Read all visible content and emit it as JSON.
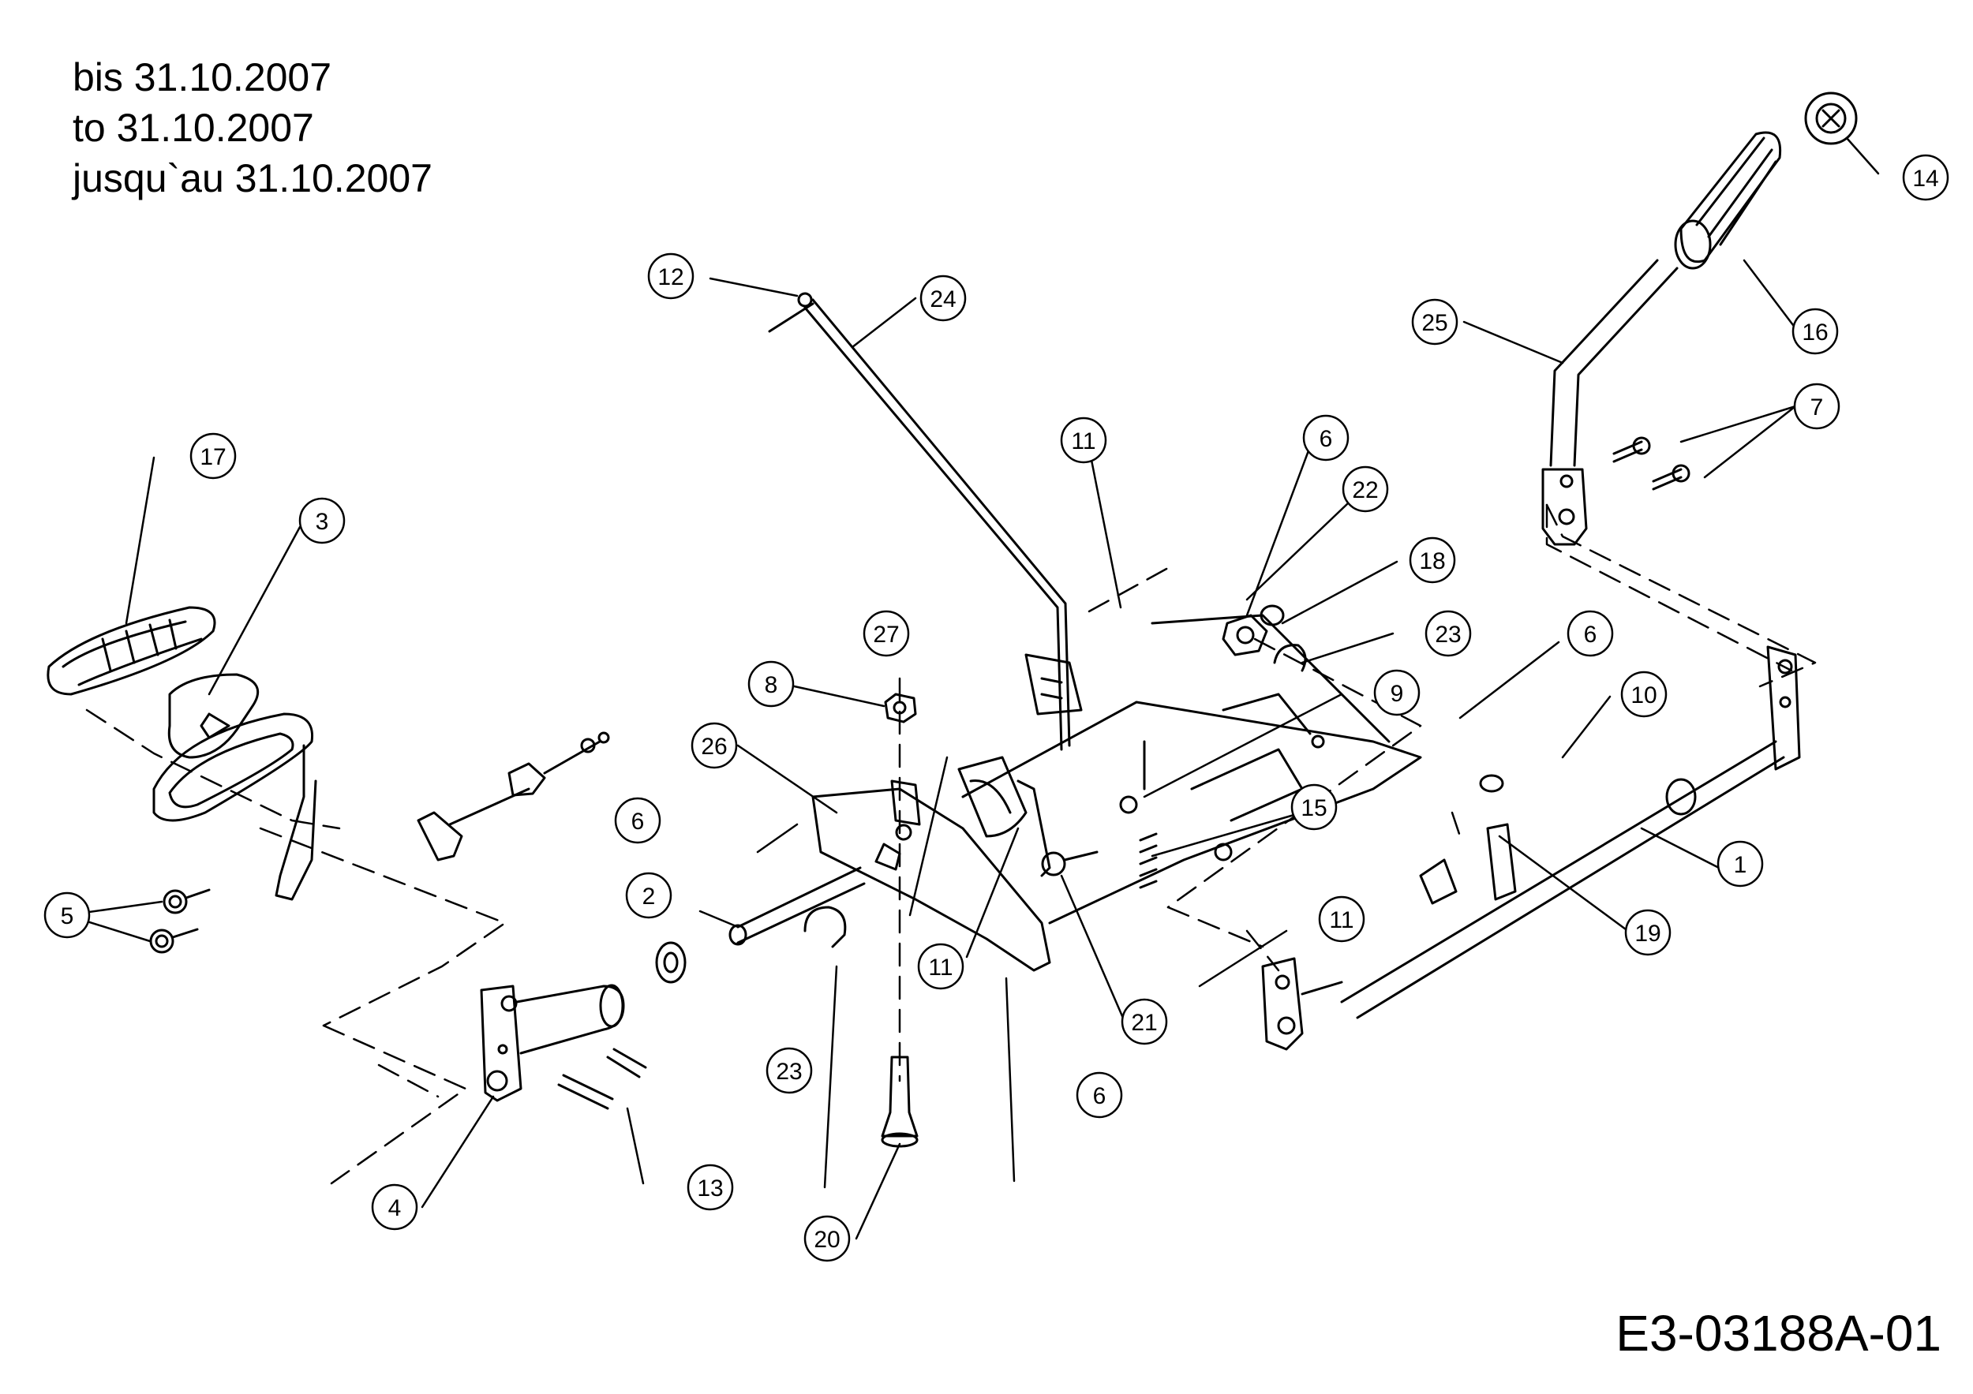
{
  "header": {
    "line_de": "bis 31.10.2007",
    "line_en": "to 31.10.2007",
    "line_fr": "jusqu`au 31.10.2007"
  },
  "drawing_id": "E3-03188A-01",
  "colors": {
    "ink": "#000000",
    "paper": "#ffffff"
  },
  "callouts": [
    "1",
    "2",
    "3",
    "4",
    "5",
    "6",
    "6",
    "6",
    "6",
    "7",
    "8",
    "9",
    "10",
    "11",
    "11",
    "11",
    "12",
    "13",
    "14",
    "15",
    "16",
    "17",
    "18",
    "19",
    "20",
    "21",
    "22",
    "23",
    "23",
    "24",
    "25",
    "26",
    "27"
  ]
}
